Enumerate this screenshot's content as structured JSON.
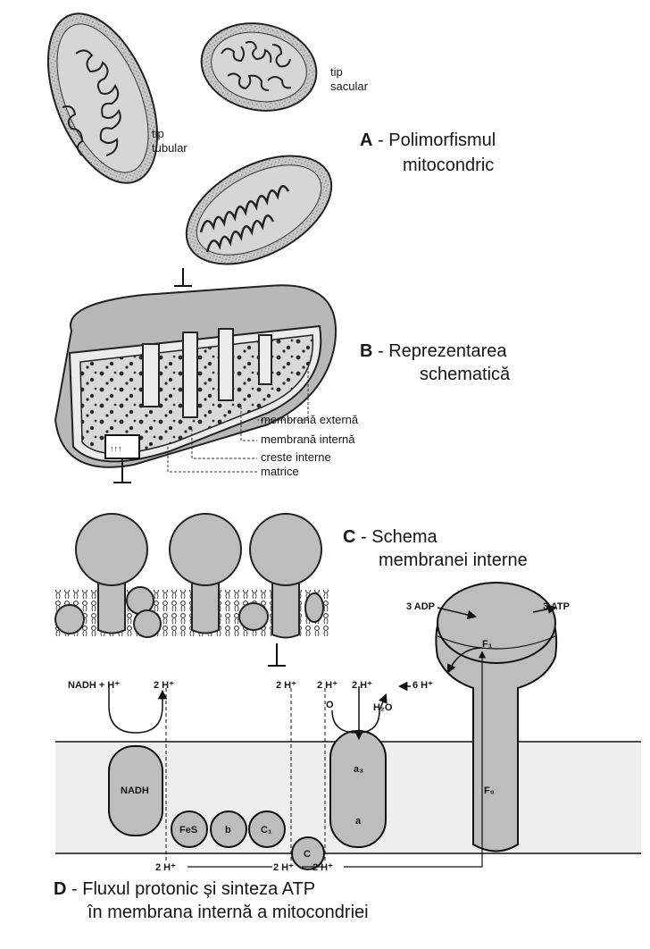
{
  "panel_a": {
    "letter": "A",
    "title_line1": " - Polimorfismul",
    "title_line2": "mitocondric",
    "label_tubular_1": "tip",
    "label_tubular_2": "tubular",
    "label_sacular_1": "tip",
    "label_sacular_2": "sacular"
  },
  "panel_b": {
    "letter": "B",
    "title_line1": " - Reprezentarea",
    "title_line2": "schematică",
    "labels": [
      "membrană externă",
      "membrană internă",
      "creste interne",
      "matrice"
    ]
  },
  "panel_c": {
    "letter": "C",
    "title_line1": " - Schema",
    "title_line2": "membranei interne"
  },
  "panel_d": {
    "letter": "D",
    "caption_line1": " - Fluxul protonic și sinteza ATP",
    "caption_line2": "în membrana internă a mitocondriei",
    "nadh_h": "NADH + H⁺",
    "h_top_1": "2 H⁺",
    "h_top_2": "2 H⁺",
    "h_top_3": "2 H⁺",
    "h_top_4": "2 H⁺",
    "h_top_5": "6 H⁺",
    "o_label": "O",
    "h2o_label": "H₂O",
    "adp_label": "3 ADP",
    "atp_label": "3 ATP",
    "f1_label": "F₁",
    "f0_label": "F₀",
    "nadh_box": "NADH",
    "fes": "FeS",
    "b": "b",
    "c1": "C₁",
    "c": "C",
    "a3": "a₃",
    "a": "a",
    "h_bottom_1": "2 H⁺",
    "h_bottom_2": "2 H⁺",
    "h_bottom_3": "2 H⁺"
  }
}
